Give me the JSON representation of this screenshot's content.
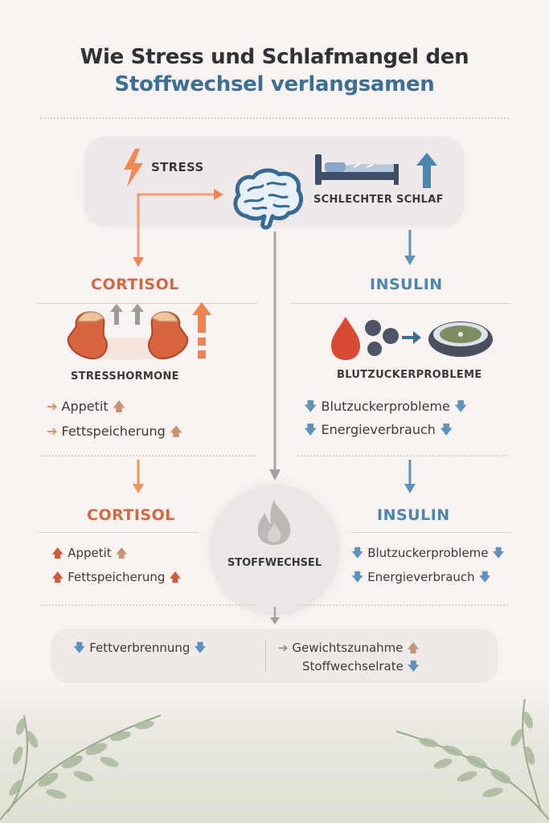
{
  "title": {
    "line1": "Wie Stress und Schlafmangel den",
    "line2": "Stoffwechsel verlangsamen"
  },
  "top": {
    "stress_label": "STRESS",
    "sleep_label": "SCHLECHTER SCHLAF"
  },
  "left_upper": {
    "heading": "CORTISOL",
    "sublabel": "STRESSHORMONE",
    "items": [
      "Appetit",
      "Fettspeicherung"
    ]
  },
  "right_upper": {
    "heading": "INSULIN",
    "sublabel": "BLUTZUCKERPROBLEME",
    "items": [
      "Blutzuckerprobleme",
      "Energieverbrauch"
    ]
  },
  "center": {
    "label": "STOFFWECHSEL"
  },
  "left_lower": {
    "heading": "CORTISOL",
    "items": [
      "Appetit",
      "Fettspeicherung"
    ]
  },
  "right_lower": {
    "heading": "INSULIN",
    "items": [
      "Blutzuckerprobleme",
      "Energieverbrauch"
    ]
  },
  "bottom": {
    "left": "Fettverbrennung",
    "right1": "Gewichtszunahme",
    "right2": "Stoffwechselrate"
  },
  "colors": {
    "orange": "#e58a60",
    "blue": "#4a86ad",
    "title_blue": "#3b6f94",
    "background": "#f8f2f1"
  }
}
